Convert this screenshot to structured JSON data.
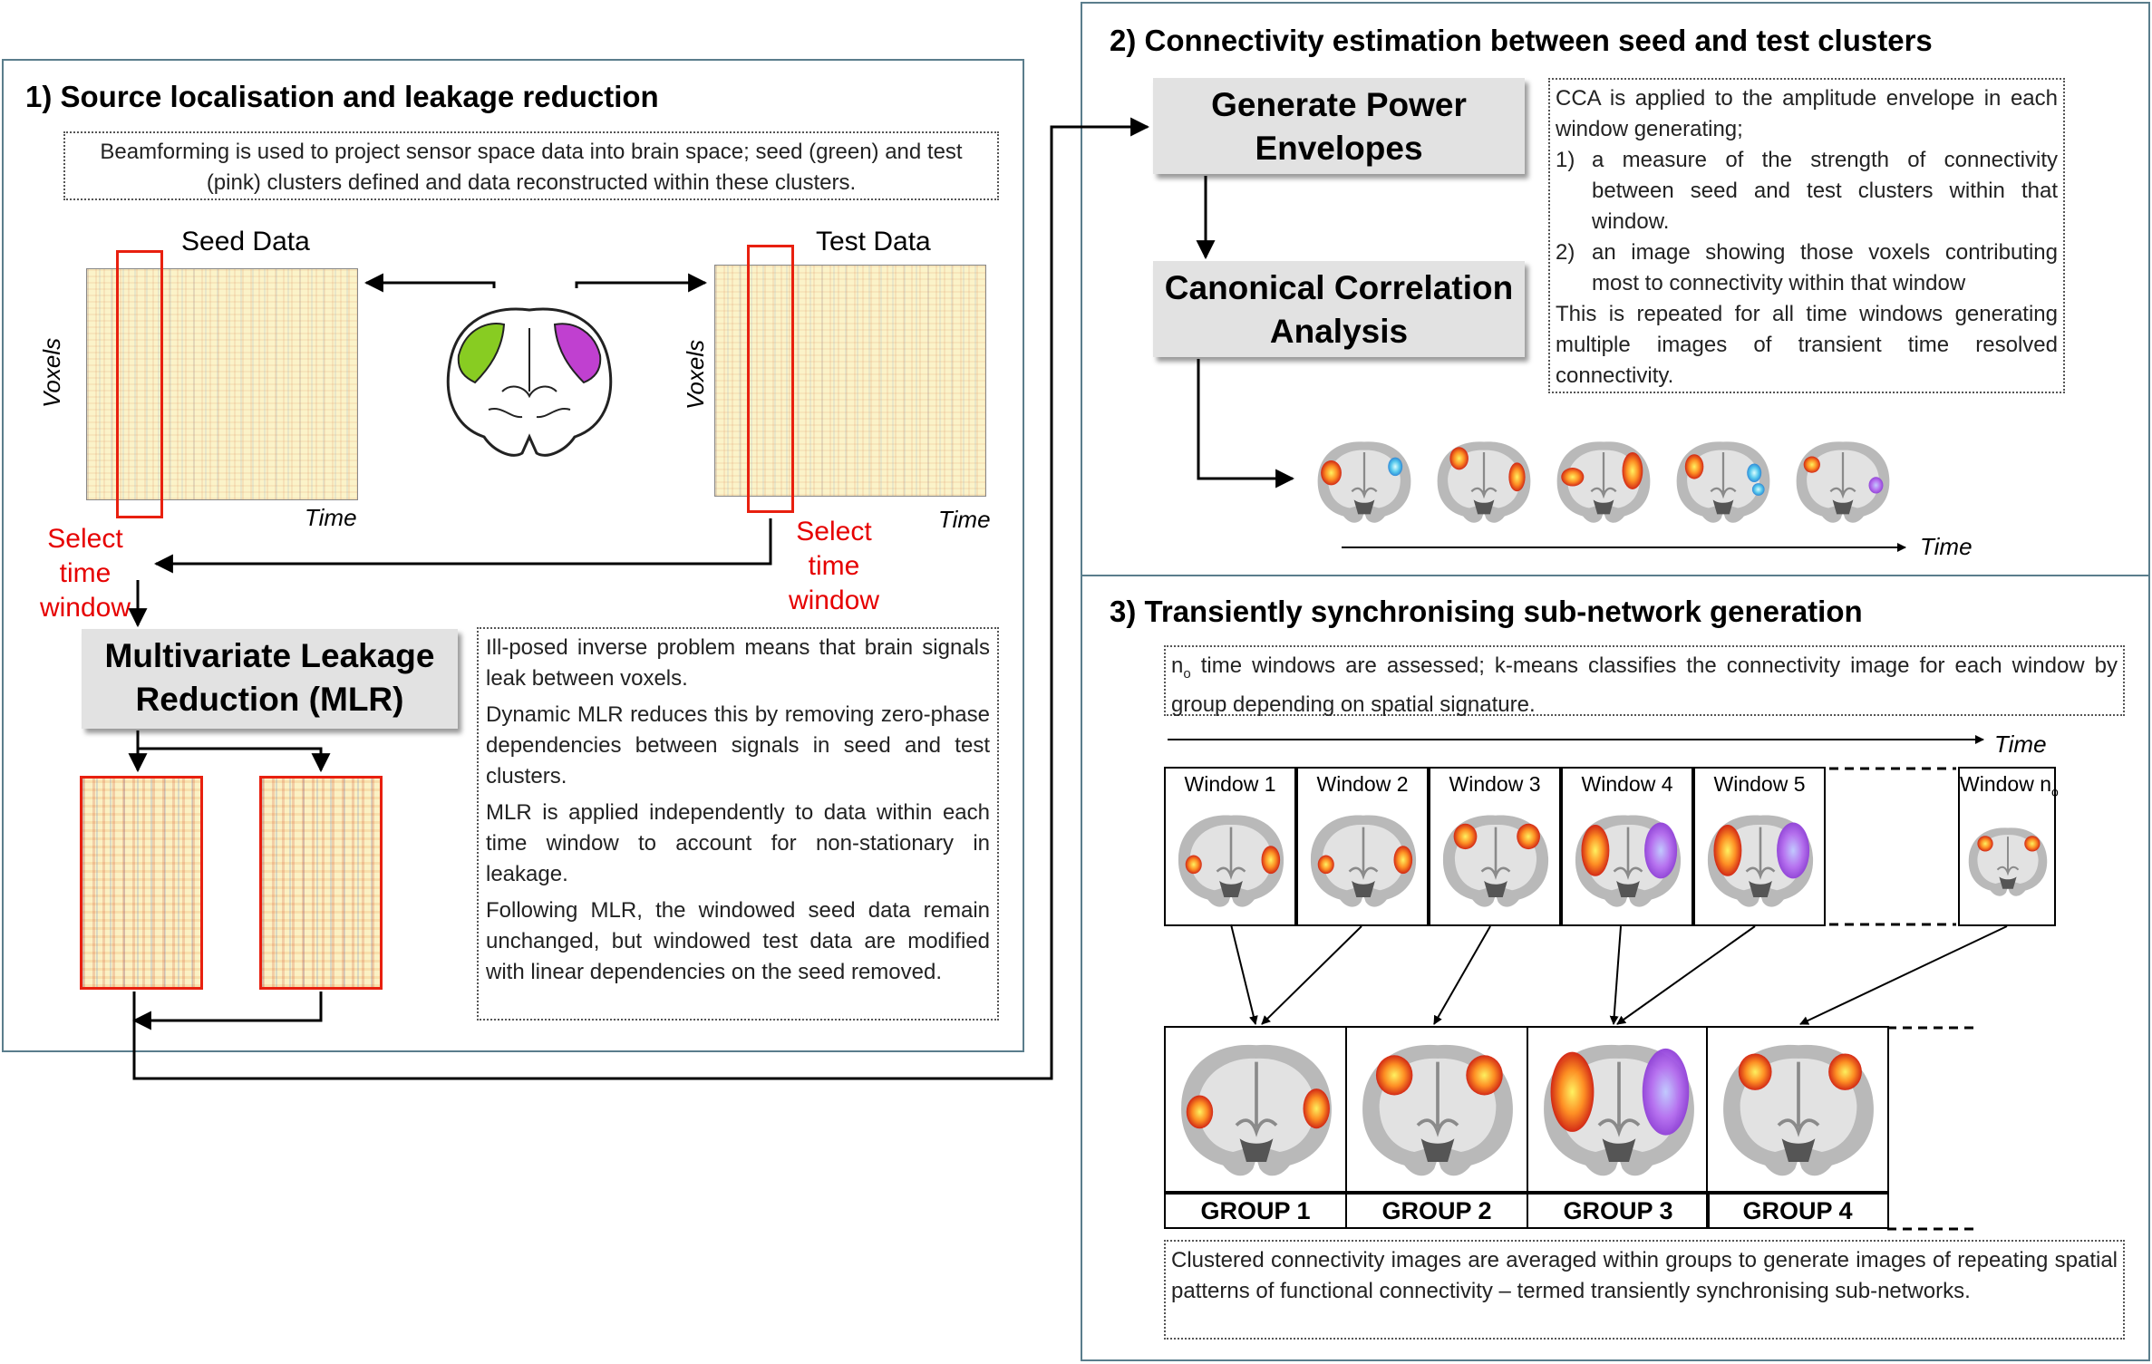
{
  "panel1": {
    "title": "1) Source localisation and leakage reduction",
    "intro": "Beamforming is used to project sensor space data into brain space; seed (green) and test (pink) clusters defined and data reconstructed within these clusters.",
    "seed_label": "Seed Data",
    "test_label": "Test Data",
    "voxels_label": "Voxels",
    "time_label": "Time",
    "select_window": "Select time window",
    "mlr_title": "Multivariate Leakage Reduction (MLR)",
    "mlr_text": [
      "Ill-posed inverse problem means that brain signals leak between voxels.",
      "Dynamic MLR reduces this by removing zero-phase dependencies between signals in seed and test clusters.",
      "MLR is applied independently to data within each time window to account for non-stationary in leakage.",
      "Following MLR, the windowed seed data remain unchanged, but windowed test data are modified with linear dependencies on the seed removed."
    ],
    "colors": {
      "seed_cluster": "#88cc22",
      "test_cluster": "#c040d0",
      "selection": "#e8200f"
    }
  },
  "panel2": {
    "title": "2) Connectivity estimation between seed and test clusters",
    "box1": "Generate Power Envelopes",
    "box2": "Canonical Correlation Analysis",
    "cca_intro": "CCA is applied to the amplitude envelope in each window generating;",
    "cca_items": [
      {
        "num": "1)",
        "text": "a measure of the strength of connectivity between seed and test clusters within that window."
      },
      {
        "num": "2)",
        "text": "an image showing those voxels contributing most to connectivity within that window"
      }
    ],
    "cca_outro": "This is repeated for all time windows generating multiple images of transient time resolved connectivity.",
    "time_label": "Time"
  },
  "panel3": {
    "title": "3) Transiently synchronising sub-network generation",
    "intro_prefix": "n",
    "intro_sub": "o",
    "intro_text": " time windows are assessed; k-means classifies the connectivity image for each window by group depending on spatial signature.",
    "time_label": "Time",
    "windows": [
      "Window 1",
      "Window 2",
      "Window 3",
      "Window 4",
      "Window 5"
    ],
    "last_window_prefix": "Window n",
    "last_window_sub": "o",
    "groups": [
      "GROUP 1",
      "GROUP 2",
      "GROUP 3",
      "GROUP 4"
    ],
    "outro": "Clustered connectivity images are averaged within groups to generate images of repeating spatial patterns of functional connectivity – termed transiently synchronising sub-networks."
  }
}
